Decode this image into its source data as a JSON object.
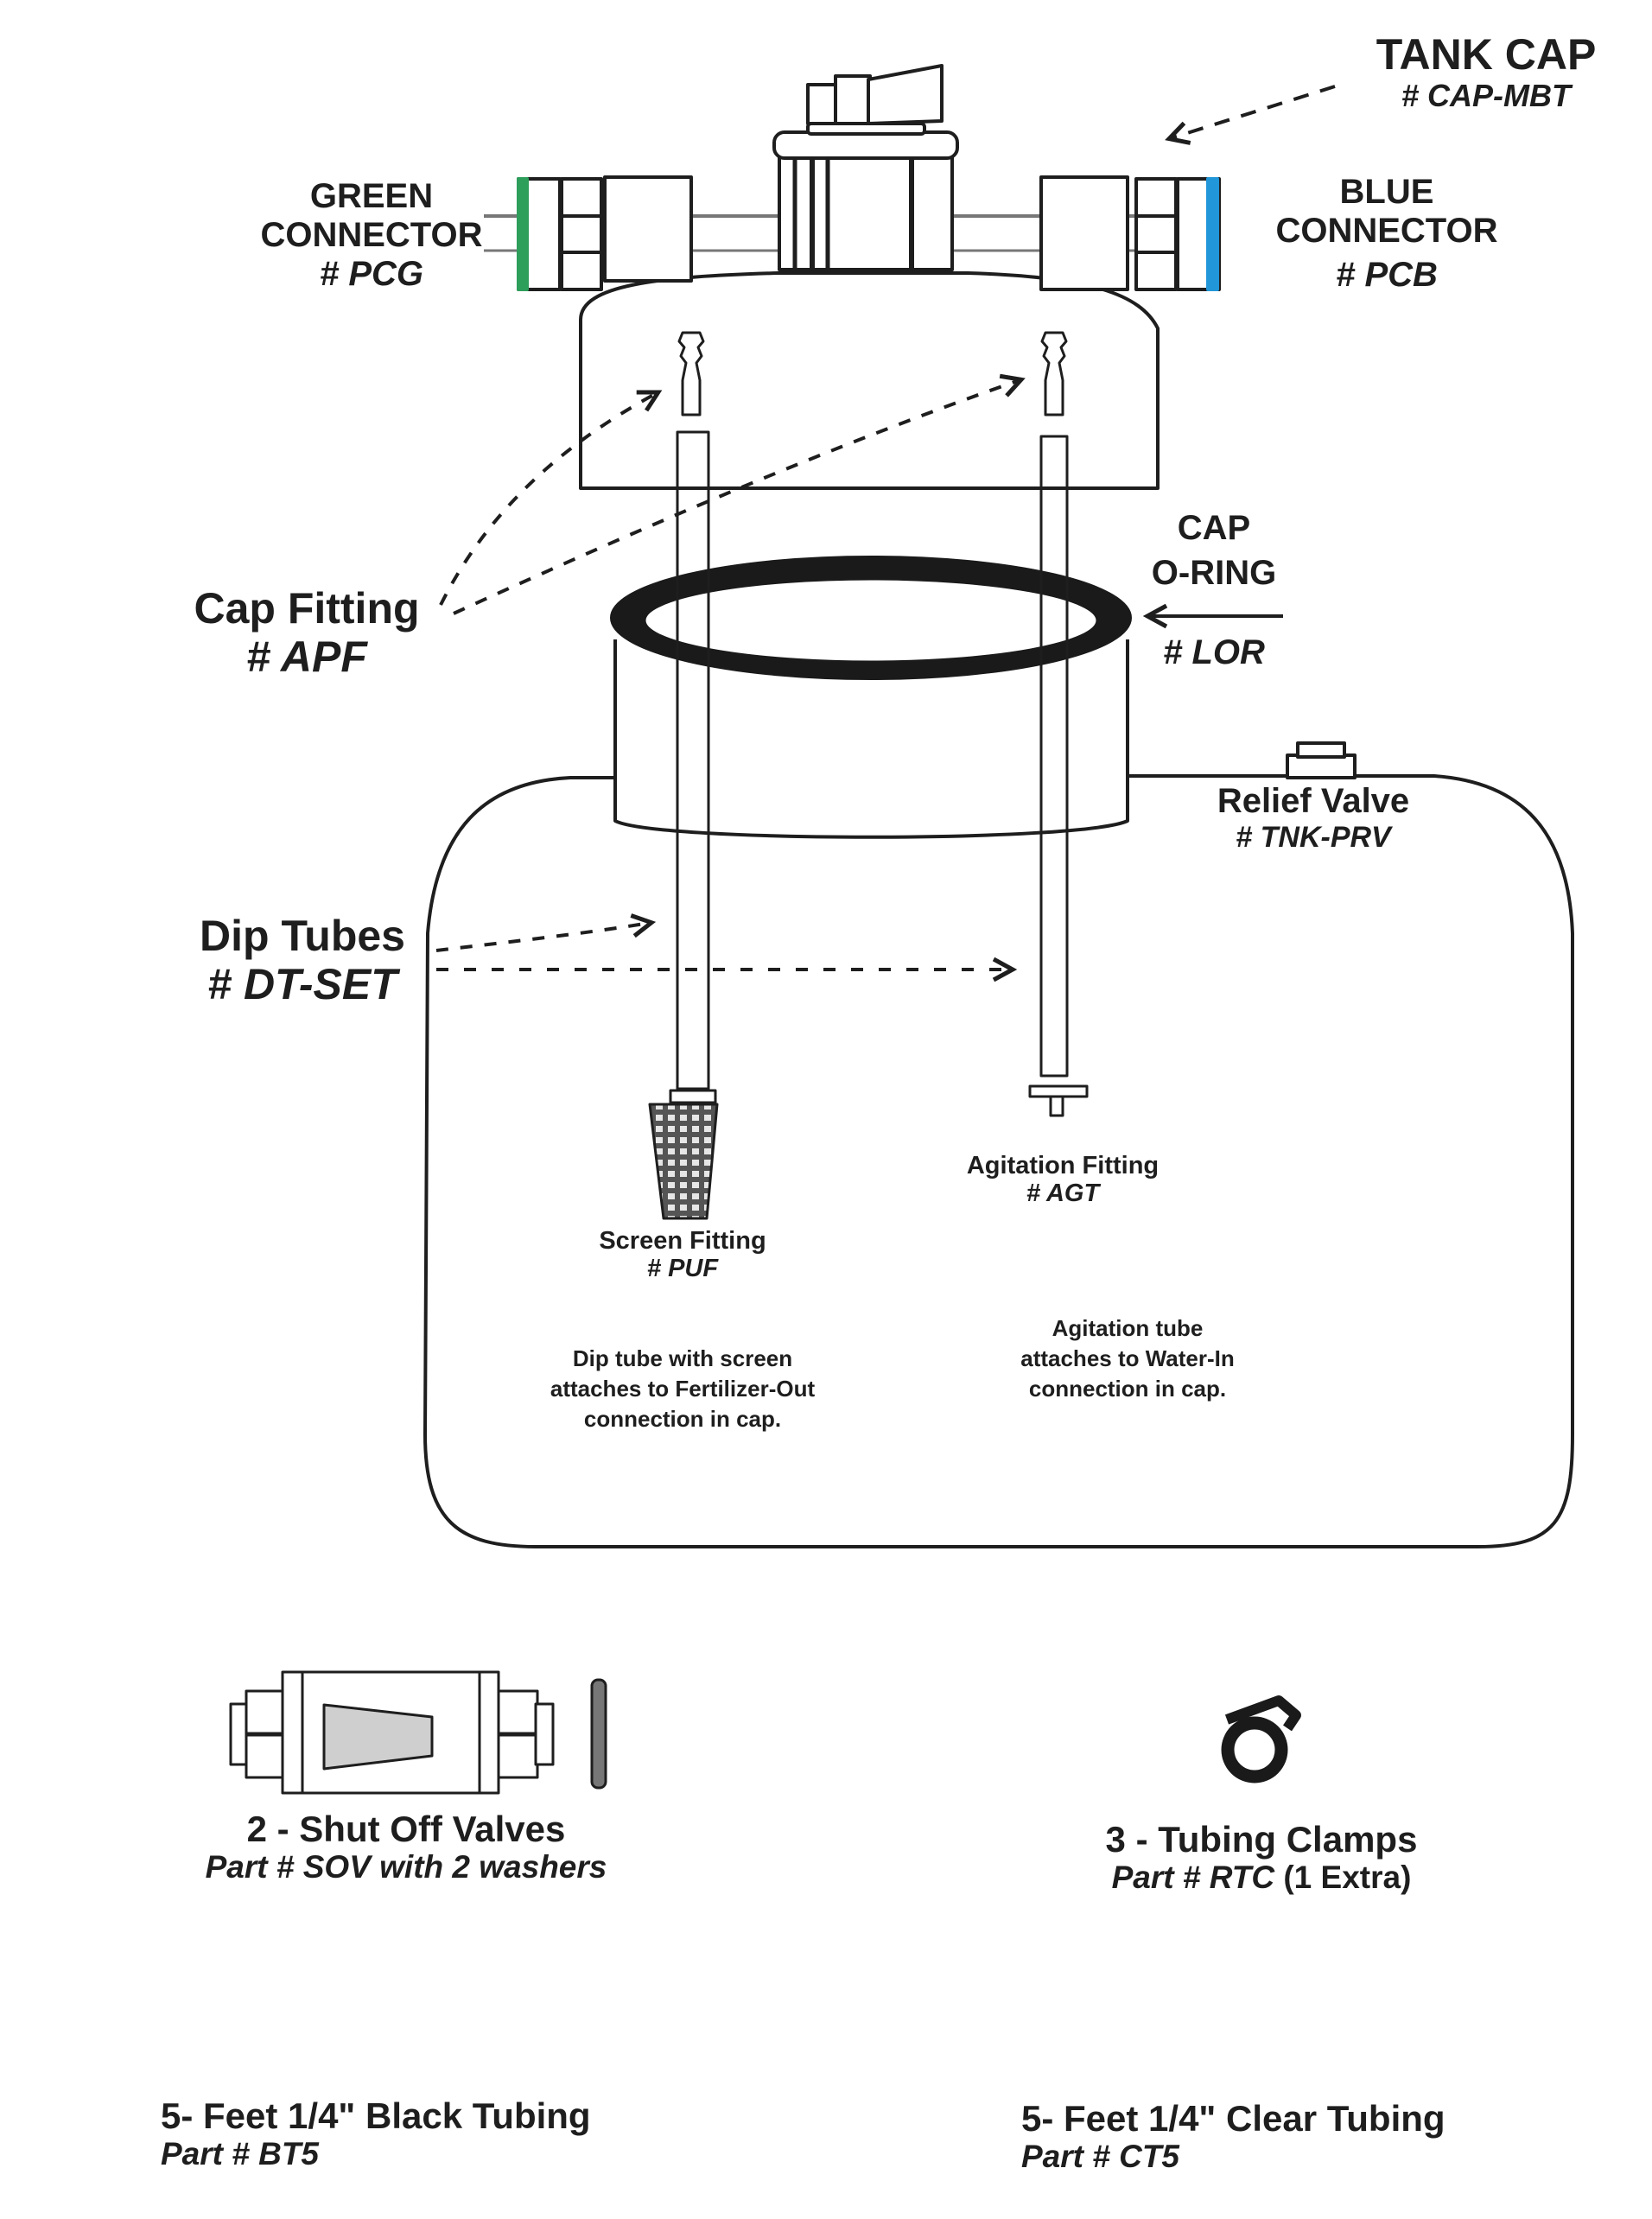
{
  "diagram": {
    "colors": {
      "line": "#1e1e1e",
      "green_connector": "#2e9e5b",
      "blue_connector": "#2196d8",
      "valve_fill": "#cfcfcf",
      "washer_fill": "#777777",
      "oring_fill": "#1a1a1a"
    },
    "labels": {
      "tank_cap": {
        "title": "TANK CAP",
        "part": "# CAP-MBT"
      },
      "green_connector": {
        "title_line1": "GREEN",
        "title_line2": "CONNECTOR",
        "part": "# PCG"
      },
      "blue_connector": {
        "title_line1": "BLUE",
        "title_line2": "CONNECTOR",
        "part": "# PCB"
      },
      "cap_fitting": {
        "title": "Cap Fitting",
        "part": "# APF"
      },
      "cap_oring": {
        "title_line1": "CAP",
        "title_line2": "O-RING",
        "part": "# LOR"
      },
      "relief_valve": {
        "title": "Relief Valve",
        "part": "# TNK-PRV"
      },
      "dip_tubes": {
        "title": "Dip Tubes",
        "part": "# DT-SET"
      },
      "agitation_fitting": {
        "title": "Agitation Fitting",
        "part": "# AGT"
      },
      "screen_fitting": {
        "title": "Screen Fitting",
        "part": "# PUF"
      },
      "screen_note": {
        "line1": "Dip tube with screen",
        "line2": "attaches to Fertilizer-Out",
        "line3": "connection in cap."
      },
      "agitation_note": {
        "line1": "Agitation tube",
        "line2": "attaches to Water-In",
        "line3": "connection in cap."
      }
    },
    "accessories": {
      "shut_off_valves": {
        "title": "2 - Shut Off Valves",
        "part": "Part # SOV with 2 washers"
      },
      "tubing_clamps": {
        "title": "3 - Tubing Clamps",
        "part_prefix": "Part # RTC",
        "part_suffix": " (1 Extra)"
      },
      "black_tubing": {
        "title": "5- Feet 1/4\" Black Tubing",
        "part": "Part # BT5"
      },
      "clear_tubing": {
        "title": "5- Feet 1/4\" Clear Tubing",
        "part": "Part # CT5"
      }
    }
  }
}
